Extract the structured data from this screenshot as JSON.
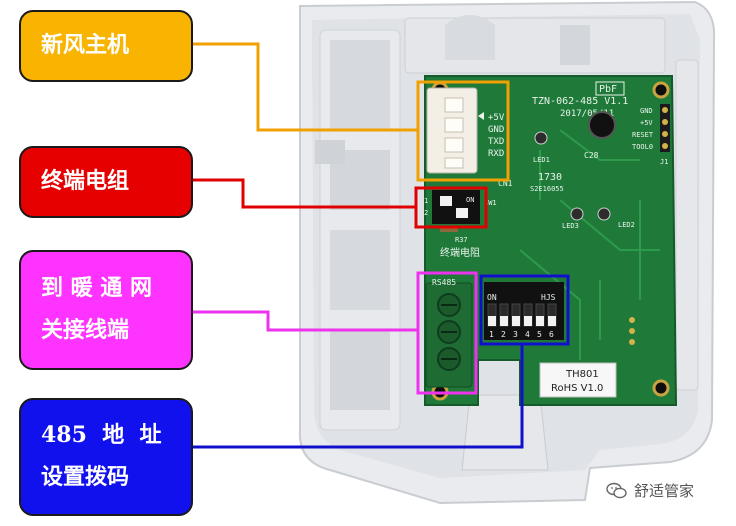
{
  "labels": {
    "fresh_air_host": {
      "text": "新风主机",
      "bg": "#f8b400"
    },
    "terminal_resistor": {
      "text": "终端电组",
      "bg": "#e60000"
    },
    "hvac_gateway": {
      "line1": "到 暖 通 网",
      "line2": "关接线端",
      "bg": "#ff33ff"
    },
    "address_dip": {
      "line1": "485  地  址",
      "line2": "设置拨码",
      "bg": "#1111ee"
    }
  },
  "callout_colors": {
    "orange": "#f0a000",
    "red": "#e00000",
    "magenta": "#ee33ee",
    "blue": "#1010cc"
  },
  "board": {
    "model": "TZN-062-485 V1.1",
    "date": "2017/05/11",
    "logo": "PbF",
    "connector_pins": [
      "+5V",
      "GND",
      "TXD",
      "RXD"
    ],
    "header_pins": [
      "GND",
      "+5V",
      "RESET",
      "TOOL0"
    ],
    "header_id": "J1",
    "led1": "LED1",
    "led2": "LED2",
    "led3": "LED3",
    "cap": "C28",
    "chip_top": "1730",
    "chip_bottom": "S2E16055",
    "cn": "CN1",
    "sw": "SW1",
    "resistor": "R37",
    "terminal_caption": "终端电阻",
    "rs485": "RS485",
    "dip_on": "ON",
    "dip_brand": "HJS",
    "dip_numbers": [
      "1",
      "2",
      "3",
      "4",
      "5",
      "6"
    ],
    "small_dip_on": "ON",
    "small_dip_numbers": [
      "1",
      "2"
    ],
    "sticker_line1": "TH801",
    "sticker_line2": "RoHS V1.0"
  },
  "watermark": {
    "icon": "wechat-icon",
    "text": "舒适管家"
  }
}
